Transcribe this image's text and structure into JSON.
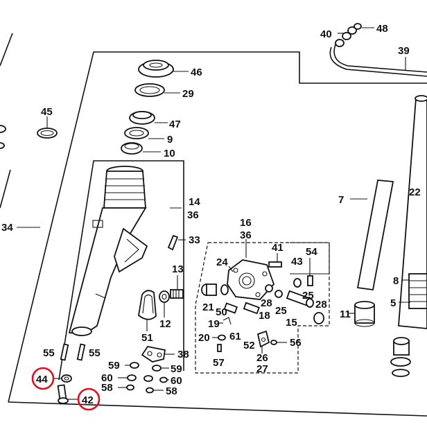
{
  "labels": {
    "l46": "46",
    "l29": "29",
    "l47": "47",
    "l9": "9",
    "l10": "10",
    "l14": "14",
    "l36a": "36",
    "l33": "33",
    "l34": "34",
    "l45": "45",
    "l13": "13",
    "l12": "12",
    "l51": "51",
    "l38": "38",
    "l55a": "55",
    "l55b": "55",
    "l59a": "59",
    "l59b": "59",
    "l60a": "60",
    "l60b": "60",
    "l58a": "58",
    "l58b": "58",
    "l44": "44",
    "l42": "42",
    "l16": "16",
    "l36b": "36",
    "l41": "41",
    "l43": "43",
    "l54": "54",
    "l24": "24",
    "l25a": "25",
    "l25b": "25",
    "l28a": "28",
    "l28b": "28",
    "l21": "21",
    "l50": "50",
    "l18": "18",
    "l15": "15",
    "l19": "19",
    "l61": "61",
    "l20": "20",
    "l52": "52",
    "l56": "56",
    "l57": "57",
    "l26": "26",
    "l27": "27",
    "l40": "40",
    "l48": "48",
    "l39": "39",
    "l7": "7",
    "l22": "22",
    "l11": "11",
    "l8": "8",
    "l5": "5"
  },
  "highlighted": [
    "44",
    "42"
  ],
  "highlight_color": "#e01020"
}
